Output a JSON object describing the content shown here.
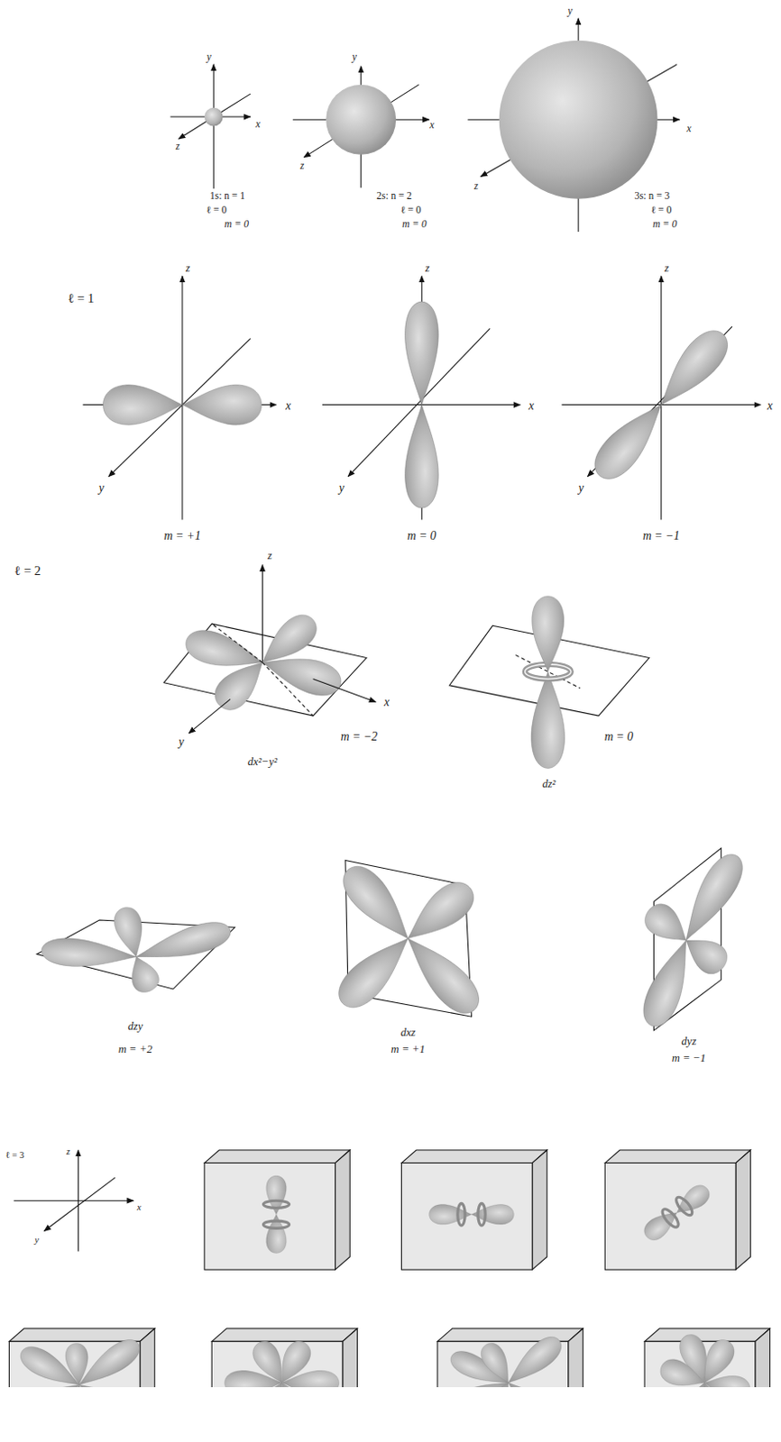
{
  "diagram": {
    "labels": [
      "y",
      "x",
      "z",
      "1s: n = 1",
      "ℓ = 0",
      "m = 0",
      "y",
      "x",
      "z",
      "2s: n = 2",
      "ℓ = 0",
      "m = 0",
      "y",
      "x",
      "z",
      "3s: n = 3",
      "ℓ = 0",
      "m = 0",
      "ℓ = 1",
      "z",
      "x",
      "y",
      "m = +1",
      "z",
      "x",
      "y",
      "m = 0",
      "z",
      "x",
      "y",
      "m = −1",
      "ℓ = 2",
      "z",
      "x",
      "y",
      "m = −2",
      "dx²−y²",
      "m = 0",
      "dz²",
      "dzy",
      "m = +2",
      "dxz",
      "m = +1",
      "dyz",
      "m = −1",
      "ℓ = 3",
      "z",
      "x",
      "y"
    ]
  }
}
